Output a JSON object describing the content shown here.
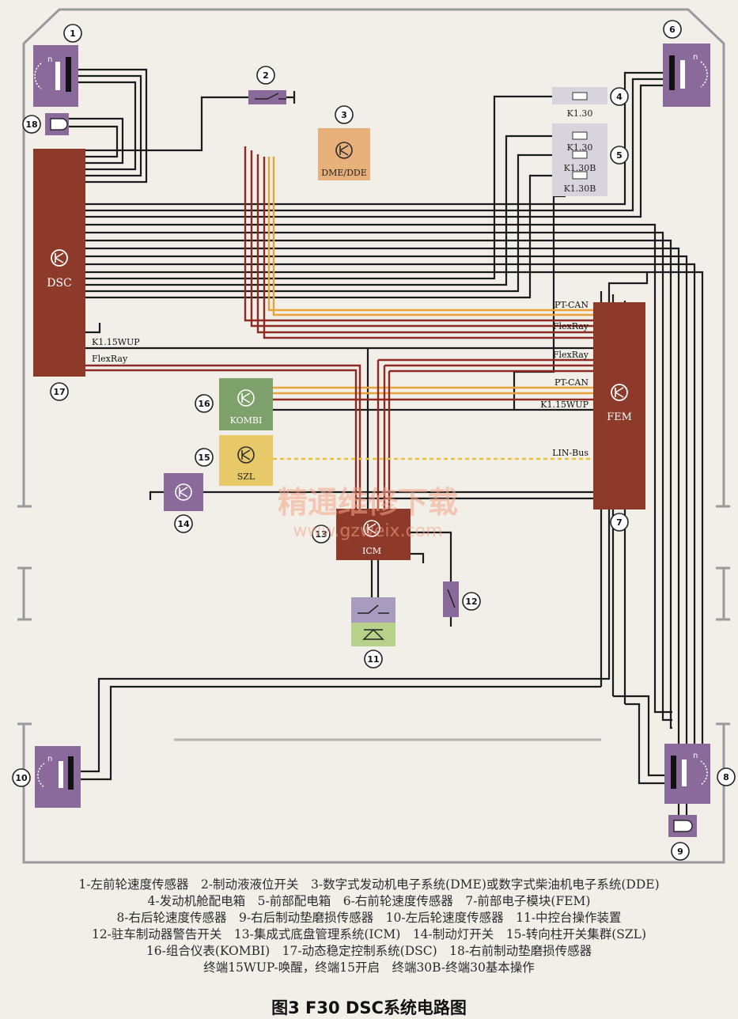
{
  "components": {
    "dsc": {
      "label": "DSC",
      "number": "17"
    },
    "fem": {
      "label": "FEM",
      "number": "7"
    },
    "dme": {
      "label": "DME/DDE",
      "number": "3"
    },
    "kombi": {
      "label": "KOMBI",
      "number": "16"
    },
    "szl": {
      "label": "SZL",
      "number": "15"
    },
    "icm": {
      "label": "ICM",
      "number": "13"
    },
    "left_front_wheel_sensor": {
      "number": "1",
      "glyph": "n"
    },
    "brake_fluid_switch": {
      "number": "2"
    },
    "engine_fuse_box": {
      "number": "4",
      "label": "K1.30"
    },
    "front_fuse_box": {
      "number": "5",
      "labels": [
        "K1.30",
        "K1.30B",
        "K1.30B"
      ]
    },
    "right_front_wheel_sensor": {
      "number": "6",
      "glyph": "n"
    },
    "right_rear_wheel_sensor": {
      "number": "8",
      "glyph": "n"
    },
    "right_rear_pad_sensor": {
      "number": "9"
    },
    "left_rear_wheel_sensor": {
      "number": "10",
      "glyph": "n"
    },
    "center_console_controls": {
      "number": "11"
    },
    "parking_brake_warning_switch": {
      "number": "12"
    },
    "brake_light_switch": {
      "number": "14"
    },
    "right_front_pad_sensor": {
      "number": "18"
    }
  },
  "bus_labels": {
    "k115wup_left": "K1.15WUP",
    "flexray_left": "FlexRay",
    "ptcan_top": "PT-CAN",
    "flexray_1": "FlexRay",
    "flexray_2": "FlexRay",
    "ptcan_mid": "PT-CAN",
    "k115wup_right": "K1.15WUP",
    "lin_bus": "LIN-Bus"
  },
  "watermark": {
    "line1": "精通维修下载",
    "line2": "www.gzweix.com"
  },
  "colors": {
    "ptcan": "#e8a23a",
    "flexray": "#8e2a22",
    "lin": "#e8c23a",
    "wire": "#1b1b1b"
  },
  "caption": [
    "1-左前轮速度传感器　2-制动液液位开关　3-数字式发动机电子系统(DME)或数字式柴油机电子系统(DDE)",
    "4-发动机舱配电箱　5-前部配电箱　6-右前轮速度传感器　7-前部电子模块(FEM)",
    "8-右后轮速度传感器　9-右后制动垫磨损传感器　10-左后轮速度传感器　11-中控台操作装置",
    "12-驻车制动器警告开关　13-集成式底盘管理系统(ICM)　14-制动灯开关　15-转向柱开关集群(SZL)",
    "16-组合仪表(KOMBI)　17-动态稳定控制系统(DSC)　18-右前制动垫磨损传感器",
    "终端15WUP-唤醒，终端15开启　终端30B-终端30基本操作"
  ],
  "figure_title": "图3 F30 DSC系统电路图"
}
